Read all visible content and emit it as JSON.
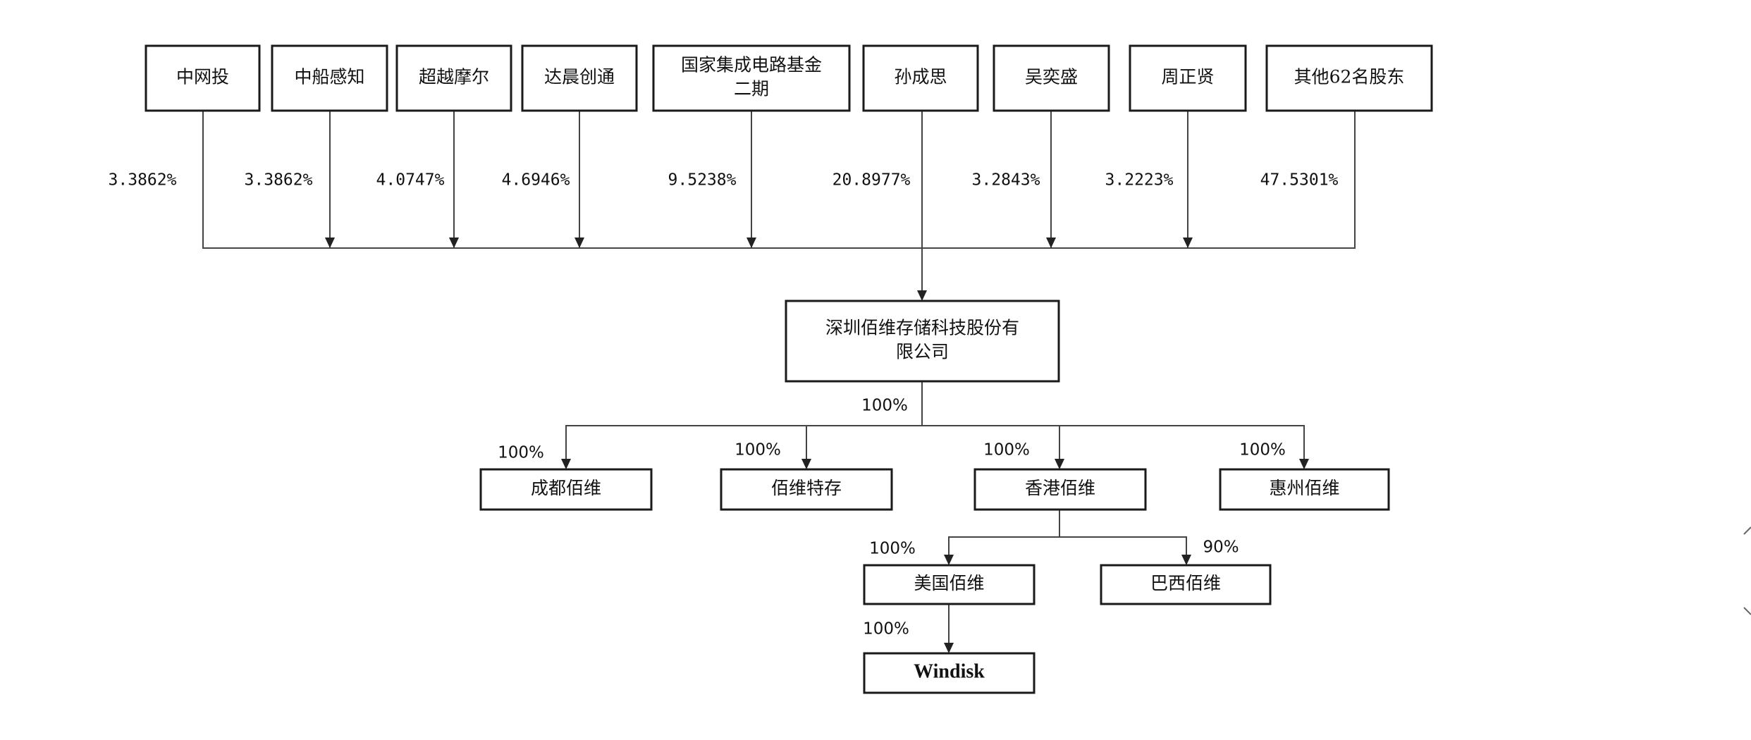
{
  "shareholders": [
    {
      "name": [
        "中网投"
      ],
      "percent": "3.3862%"
    },
    {
      "name": [
        "中船感知"
      ],
      "percent": "3.3862%"
    },
    {
      "name": [
        "超越摩尔"
      ],
      "percent": "4.0747%"
    },
    {
      "name": [
        "达晨创通"
      ],
      "percent": "4.6946%"
    },
    {
      "name": [
        "国家集成电路基金",
        "二期"
      ],
      "percent": "9.5238%"
    },
    {
      "name": [
        "孙成思"
      ],
      "percent": "20.8977%"
    },
    {
      "name": [
        "吴奕盛"
      ],
      "percent": "3.2843%"
    },
    {
      "name": [
        "周正贤"
      ],
      "percent": "3.2223%"
    },
    {
      "name": [
        "其他62名股东"
      ],
      "percent": "47.5301%"
    }
  ],
  "company": {
    "name": [
      "深圳佰维存储科技股份有",
      "限公司"
    ],
    "percent": "100%"
  },
  "subsidiaries": [
    {
      "name": [
        "成都佰维"
      ],
      "percent": "100%"
    },
    {
      "name": [
        "佰维特存"
      ],
      "percent": "100%"
    },
    {
      "name": [
        "香港佰维"
      ],
      "percent": "100%"
    },
    {
      "name": [
        "惠州佰维"
      ],
      "percent": "100%"
    }
  ],
  "hk_subsidiaries": [
    {
      "name": [
        "美国佰维"
      ],
      "percent": "100%"
    },
    {
      "name": [
        "巴西佰维"
      ],
      "percent": "90%"
    }
  ],
  "us_subsidiary": {
    "name": [
      "Windisk"
    ],
    "percent": "100%"
  }
}
